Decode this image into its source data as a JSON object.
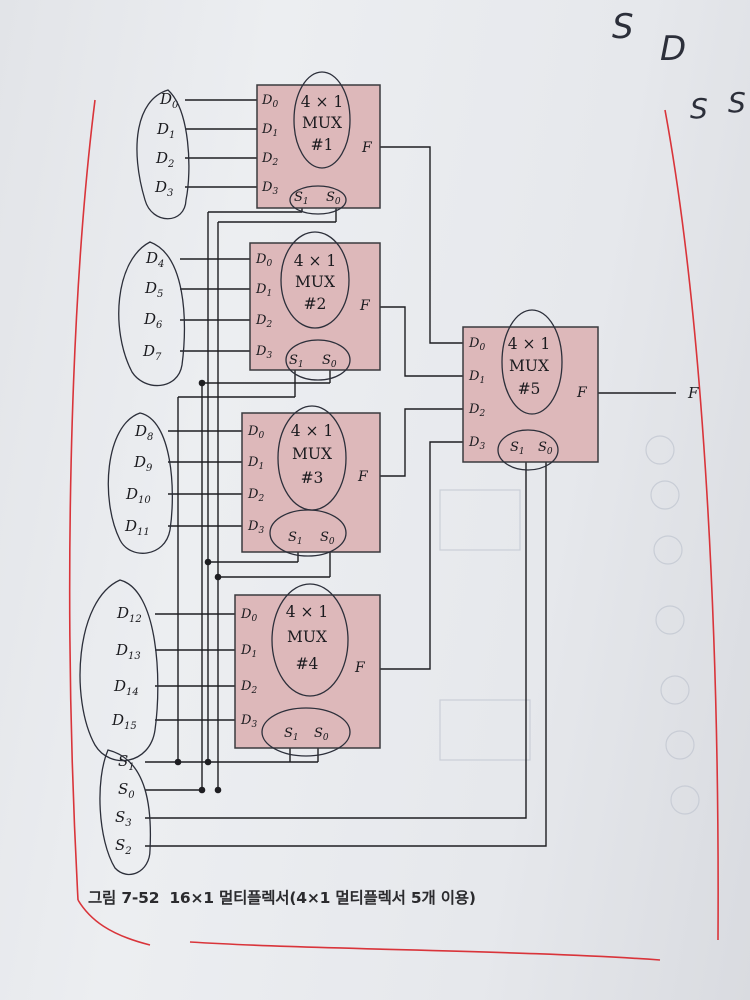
{
  "diagram": {
    "inputs": {
      "D0": "D",
      "D0_sub": "0",
      "D1": "D",
      "D1_sub": "1",
      "D2": "D",
      "D2_sub": "2",
      "D3": "D",
      "D3_sub": "3",
      "D4": "D",
      "D4_sub": "4",
      "D5": "D",
      "D5_sub": "5",
      "D6": "D",
      "D6_sub": "6",
      "D7": "D",
      "D7_sub": "7",
      "D8": "D",
      "D8_sub": "8",
      "D9": "D",
      "D9_sub": "9",
      "D10": "D",
      "D10_sub": "10",
      "D11": "D",
      "D11_sub": "11",
      "D12": "D",
      "D12_sub": "12",
      "D13": "D",
      "D13_sub": "13",
      "D14": "D",
      "D14_sub": "14",
      "D15": "D",
      "D15_sub": "15"
    },
    "selects": {
      "S1": "S",
      "S1_sub": "1",
      "S0": "S",
      "S0_sub": "0",
      "S3": "S",
      "S3_sub": "3",
      "S2": "S",
      "S2_sub": "2"
    },
    "mux": {
      "size": "4 × 1",
      "type": "MUX",
      "m1": "#1",
      "m2": "#2",
      "m3": "#3",
      "m4": "#4",
      "m5": "#5",
      "in_letter": "D",
      "in0": "0",
      "in1": "1",
      "in2": "2",
      "in3": "3",
      "sel_letter": "S",
      "sel1": "1",
      "sel0": "0",
      "out": "F"
    },
    "output_label": "F",
    "handwriting": [
      "S",
      "D",
      "S",
      "S"
    ]
  },
  "caption": {
    "figure_number": "그림 7-52",
    "text": "16×1 멀티플렉서(4×1 멀티플렉서 5개 이용)"
  },
  "colors": {
    "mux_fill": "#ddb8ba",
    "mux_border": "#3a3a3e",
    "wire": "#1e1e22",
    "pen": "#2c2f3a",
    "red_margin": "#d9343a"
  }
}
